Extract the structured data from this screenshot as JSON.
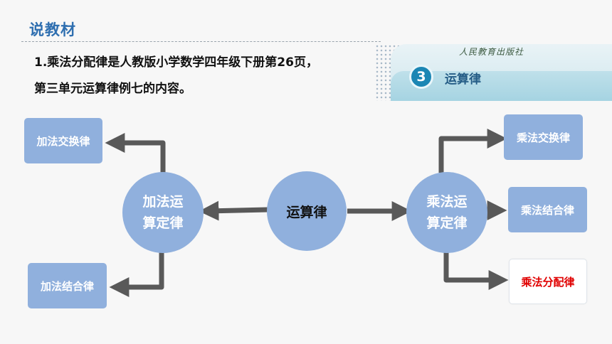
{
  "page": {
    "title": "说教材",
    "intro_line1": "1.乘法分配律是人教版小学数学四年级下册第26页，",
    "intro_line2": "第三单元运算律例七的内容。"
  },
  "banner": {
    "publisher": "人民教育出版社",
    "unit_number": "3",
    "unit_title": "运算律"
  },
  "diagram": {
    "center": "运算律",
    "left_hub_line1": "加法运",
    "left_hub_line2": "算定律",
    "right_hub_line1": "乘法运",
    "right_hub_line2": "算定律",
    "left_items": [
      "加法交换律",
      "加法结合律"
    ],
    "right_items": [
      "乘法交换律",
      "乘法结合律",
      "乘法分配律"
    ],
    "highlight_color": "#e00000",
    "node_color": "#90b0dd",
    "arrow_color": "#595959"
  }
}
